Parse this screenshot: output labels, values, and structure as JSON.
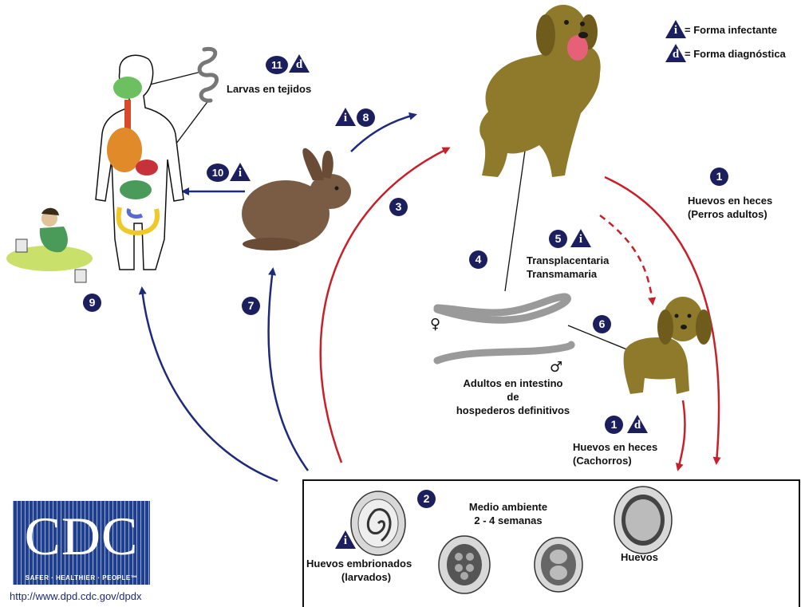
{
  "legend": {
    "infective": {
      "symbol": "i",
      "text": "= Forma infectante"
    },
    "diagnostic": {
      "symbol": "d",
      "text": "= Forma diagnóstica"
    }
  },
  "steps": {
    "s1a": "1",
    "s1b": "1",
    "s2": "2",
    "s3": "3",
    "s4": "4",
    "s5": "5",
    "s6": "6",
    "s7": "7",
    "s8": "8",
    "s9": "9",
    "s10": "10",
    "s11": "11"
  },
  "labels": {
    "larvae_tissue": "Larvas en tejidos",
    "eggs_adult_dogs_1": "Huevos en heces",
    "eggs_adult_dogs_2": "(Perros adultos)",
    "transmission_1": "Transplacentaria",
    "transmission_2": "Transmamaria",
    "adults_1": "Adultos en intestino",
    "adults_2": "de",
    "adults_3": "hospederos definitivos",
    "eggs_puppies_1": "Huevos en heces",
    "eggs_puppies_2": "(Cachorros)",
    "environment_1": "Medio ambiente",
    "environment_2": "2 - 4 semanas",
    "embryonated_1": "Huevos embrionados",
    "embryonated_2": "(larvados)",
    "eggs": "Huevos",
    "female": "♀",
    "male": "♂"
  },
  "logo": {
    "text": "CDC",
    "tagline": "SAFER · HEALTHIER · PEOPLE™",
    "url": "http://www.dpd.cdc.gov/dpdx"
  },
  "colors": {
    "step_badge": "#1c1f5e",
    "red_arrow": "#c8202a",
    "blue_arrow": "#1e2a7a",
    "dog": "#8f7a2c",
    "rabbit": "#7a5c44",
    "cdc_blue": "#1f3f8f"
  }
}
